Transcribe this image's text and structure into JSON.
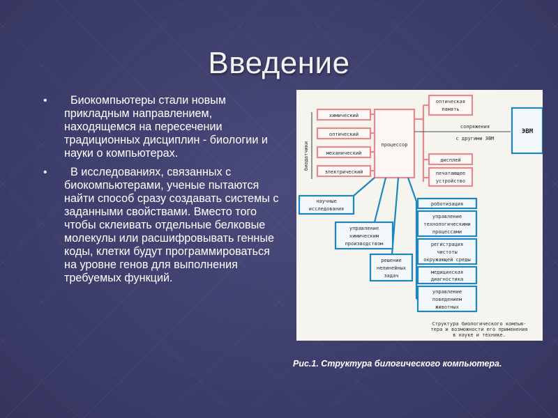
{
  "slide": {
    "title": "Введение",
    "bullets": [
      "  Биокомпьютеры стали новым прикладным направлением, находящемся на пересечении традиционных дисциплин - биологии и науки о компьютерах.",
      "  В исследованиях, связанных с биокомпьютерами, ученые пытаются найти способ сразу создавать системы с заданными свойствами. Вместо того чтобы склеивать отдельные белковые молекулы или расшифровывать генные коды, клетки будут программироваться на уровне генов для выполнения требуемых функций."
    ],
    "bullet_symbol": "•",
    "caption": "Рис.1. Структура билогического компьютера."
  },
  "diagram": {
    "processor": "процессор",
    "evm": "ЭВМ",
    "vertical_label": "биодатчики",
    "inputs": [
      "химический",
      "оптический",
      "механический",
      "электрический"
    ],
    "optical_memory": [
      "оптическая",
      "память"
    ],
    "coupling": [
      "сопряжения",
      "с другими ЭВМ"
    ],
    "display": "дисплей",
    "printer": [
      "печатающее",
      "устройство"
    ],
    "research": [
      "научные",
      "исследования"
    ],
    "chem_control": [
      "управление",
      "химическим",
      "производством"
    ],
    "nonlinear": [
      "решение",
      "нелинейных",
      "задач"
    ],
    "robotics": "роботизация",
    "tech_control": [
      "управление",
      "технологическими",
      "процессами"
    ],
    "air_reg": [
      "регистрация",
      "чистоты",
      "окружающей среды"
    ],
    "med_diag": [
      "медицинская",
      "диагностика"
    ],
    "animal_ctrl": [
      "управление",
      "поведением",
      "животных"
    ],
    "figure_text": [
      "Структура биологического компью-",
      "тера и возможности его применения",
      "в науке и технике."
    ]
  },
  "colors": {
    "background": "#3f3f6e",
    "pink": "#e48a8e",
    "blue": "#1e86bd",
    "text": "#ffffff"
  }
}
